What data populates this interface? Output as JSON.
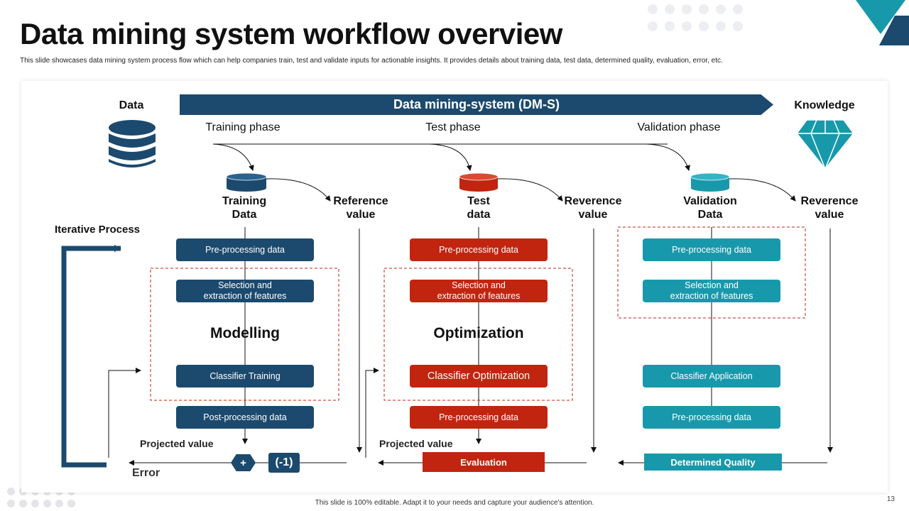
{
  "title": "Data mining system workflow overview",
  "subtitle": "This slide showcases data mining system process flow which can help companies train, test and validate inputs for actionable insights. It provides details about training data, test data, determined quality, evaluation, error, etc.",
  "banner": "Data mining-system (DM-S)",
  "left_label": "Data",
  "right_label": "Knowledge",
  "iterative": "Iterative Process",
  "phases": [
    "Training phase",
    "Test phase",
    "Validation phase"
  ],
  "columns": [
    {
      "data_label": "Training\nData",
      "value_label": "Reference\nvalue",
      "box1": "Pre-processing data",
      "box2": "Selection and\nextraction of features",
      "stage": "Modelling",
      "box3": "Classifier Training",
      "box4": "Post-processing data"
    },
    {
      "data_label": "Test\ndata",
      "value_label": "Reverence\nvalue",
      "box1": "Pre-processing data",
      "box2": "Selection and\nextraction of features",
      "stage": "Optimization",
      "box3": "Classifier Optimization",
      "box4": "Pre-processing data"
    },
    {
      "data_label": "Validation\nData",
      "value_label": "Reverence\nvalue",
      "box1": "Pre-processing data",
      "box2": "Selection and\nextraction of features",
      "stage": "",
      "box3": "Classifier Application",
      "box4": "Pre-processing data"
    }
  ],
  "projected_value": "Projected value",
  "error": "Error",
  "plus": "+",
  "minus_one": "(-1)",
  "evaluation": "Evaluation",
  "determined_quality": "Determined Quality",
  "footer": "This slide is 100% editable. Adapt it to your needs and capture your audience's attention.",
  "page_number": "13",
  "colors": {
    "navy": "#1c4a6e",
    "red": "#c1250f",
    "teal": "#1899ab"
  },
  "icons": {
    "data": "database-icon",
    "knowledge": "diamond-icon"
  }
}
